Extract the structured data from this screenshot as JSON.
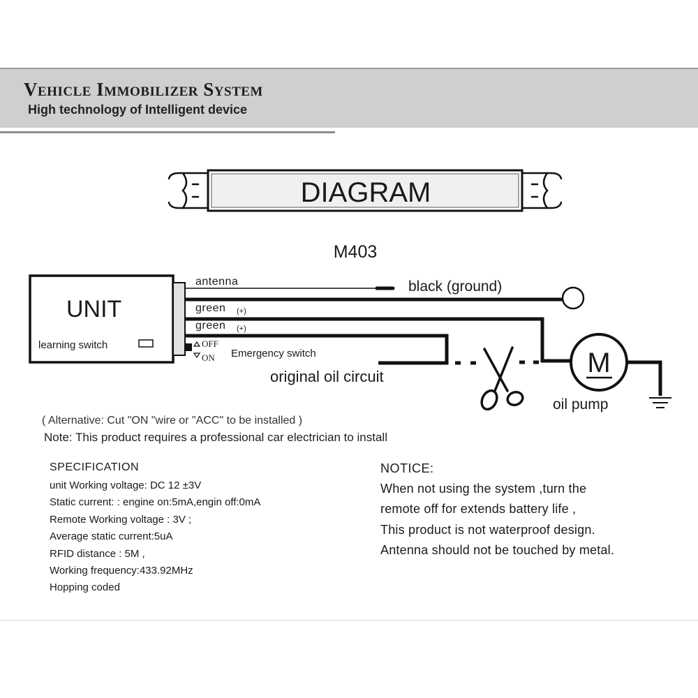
{
  "header": {
    "title": "Vehicle Immobilizer System",
    "subtitle": "High technology of Intelligent device"
  },
  "banner": {
    "label": "DIAGRAM"
  },
  "diagram": {
    "model": "M403",
    "unit_label": "UNIT",
    "learning_switch": "learning switch",
    "wires": {
      "antenna": "antenna",
      "green_1": "green",
      "green_1_polarity": "(+)",
      "green_2": "green",
      "green_2_polarity": "(+)",
      "off": "OFF",
      "on": "ON",
      "emergency_switch": "Emergency switch",
      "black_ground": "black (ground)",
      "original_oil_circuit": "original oil circuit",
      "motor_symbol": "M",
      "oil_pump": "oil pump"
    }
  },
  "notes": {
    "alternative": "( Alternative: Cut \"ON \"wire or \"ACC\" to be installed )",
    "install": "Note: This product requires a professional car electrician to install"
  },
  "specification": {
    "title": "SPECIFICATION",
    "lines": [
      "unit Working voltage: DC 12 ±3V",
      "Static current:  : engine on:5mA,engin off:0mA",
      "Remote Working voltage : 3V ;",
      "Average static current:5uA",
      "RFID distance : 5M  ,",
      "Working frequency:433.92MHz",
      "Hopping coded"
    ]
  },
  "notice": {
    "title": "NOTICE:",
    "lines": [
      "When not using the system ,turn the",
      "remote off for extends battery life ,",
      "This product is not waterproof design.",
      "Antenna should not be touched by metal."
    ]
  }
}
